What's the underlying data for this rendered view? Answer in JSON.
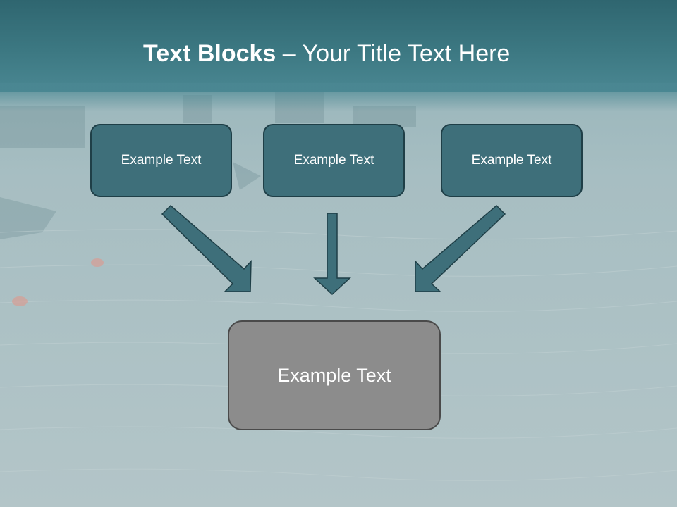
{
  "slide": {
    "title_bold": "Text Blocks",
    "title_rest": " – Your Title Text Here"
  },
  "blocks": [
    {
      "label": "Example Text"
    },
    {
      "label": "Example Text"
    },
    {
      "label": "Example Text"
    }
  ],
  "target": {
    "label": "Example Text"
  },
  "colors": {
    "header": "#3c7882",
    "block_fill": "#3e6f7a",
    "block_border": "#1f3f47",
    "arrow_fill": "#3e6f7a",
    "target_fill": "#8c8c8c"
  }
}
